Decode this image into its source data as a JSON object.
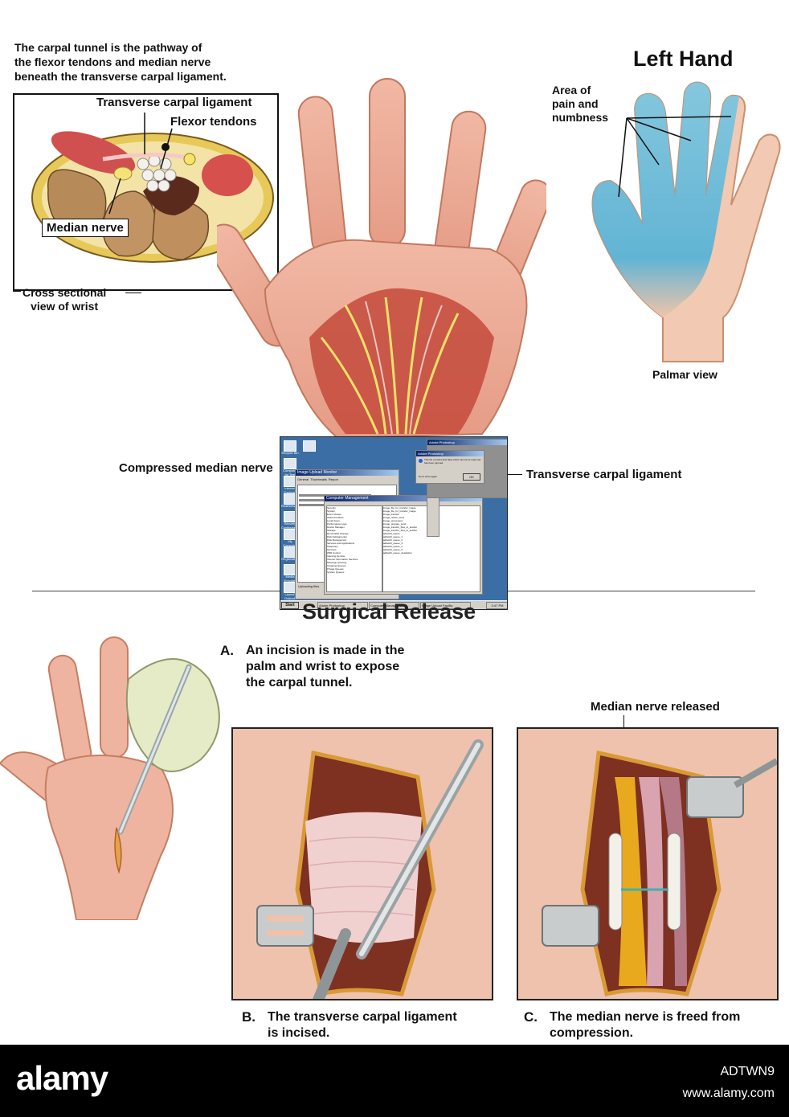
{
  "intro": {
    "line1": "The carpal tunnel is the pathway of",
    "line2": "the flexor tendons and median nerve",
    "line3": "beneath the transverse carpal ligament."
  },
  "cross_section": {
    "ligament_label": "Transverse carpal ligament",
    "tendons_label": "Flexor tendons",
    "nerve_label": "Median nerve",
    "caption_line1": "Cross sectional",
    "caption_line2": "view of wrist"
  },
  "main_hand": {
    "compressed_label": "Compressed median nerve",
    "ligament_label": "Transverse carpal ligament"
  },
  "left_hand": {
    "title": "Left Hand",
    "pain_line1": "Area of",
    "pain_line2": "pain and",
    "pain_line3": "numbness",
    "caption": "Palmar view"
  },
  "screenshot": {
    "dialog_title": "Adobe Photoshop",
    "dialog_text": "This file contains Exif data which cannot be read and has been ignored.",
    "dialog_ok": "OK",
    "dialog_checkbox": "Don't show again",
    "upload_title": "Image Upload Monitor",
    "upload_tabs": [
      "General",
      "Thumbnails",
      "Report"
    ],
    "upload_status": "Uploading files",
    "mgmt_title": "Computer Management",
    "tree_items": [
      "Security",
      "System",
      "Event Viewer",
      "Shared Folders",
      "Local Users",
      "Performance Logs",
      "Device Manager",
      "Storage",
      "Removable Storage",
      "Disk Defragmenter",
      "Disk Management",
      "Services and Applications",
      "Telephony",
      "Services",
      "WMI Control",
      "Indexing Service",
      "Internet Information Services",
      "Message Queuing",
      "Outgoing Queues",
      "Private Queues",
      "System Queues"
    ],
    "list_items": [
      "image_file_for_transfer_image",
      "image_file_for_transfer_image",
      "image_transfer",
      "image_notice_send",
      "image_processed",
      "image_prepare_send",
      "image_transfer_files_to_lexidat",
      "image_transfer_files_to_lexidat",
      "adbeld3_queue",
      "adbeld3_queue_1",
      "adbeld3_queue_2",
      "adbeld3_queue_3",
      "adbeld3_queue_4",
      "adbeld3_queue_5",
      "adbeld3_queue_deadletter"
    ],
    "desktop_icons": [
      "Recycle Bin",
      "Computer for Test",
      "Internet Explorer",
      "RealNetworks",
      "Security Configuration",
      "My Computer",
      "Registration",
      "Media Encoder",
      "Launch Outlook"
    ],
    "taskbar": {
      "start": "Start",
      "buttons": [
        "Adobe Photoshop",
        "Computer Management",
        "Image Upload Facility"
      ],
      "clock": "3:47 PM"
    }
  },
  "surgical": {
    "title": "Surgical Release",
    "step_a_letter": "A.",
    "step_a_line1": "An incision is made in the",
    "step_a_line2": "palm and wrist to expose",
    "step_a_line3": "the carpal tunnel.",
    "released_label": "Median nerve released",
    "step_b_letter": "B.",
    "step_b_line1": "The transverse carpal ligament",
    "step_b_line2": "is incised.",
    "step_c_letter": "C.",
    "step_c_line1": "The median nerve is freed from",
    "step_c_line2": "compression."
  },
  "footer": {
    "logo": "alamy",
    "image_id": "ADTWN9",
    "url": "www.alamy.com"
  }
}
